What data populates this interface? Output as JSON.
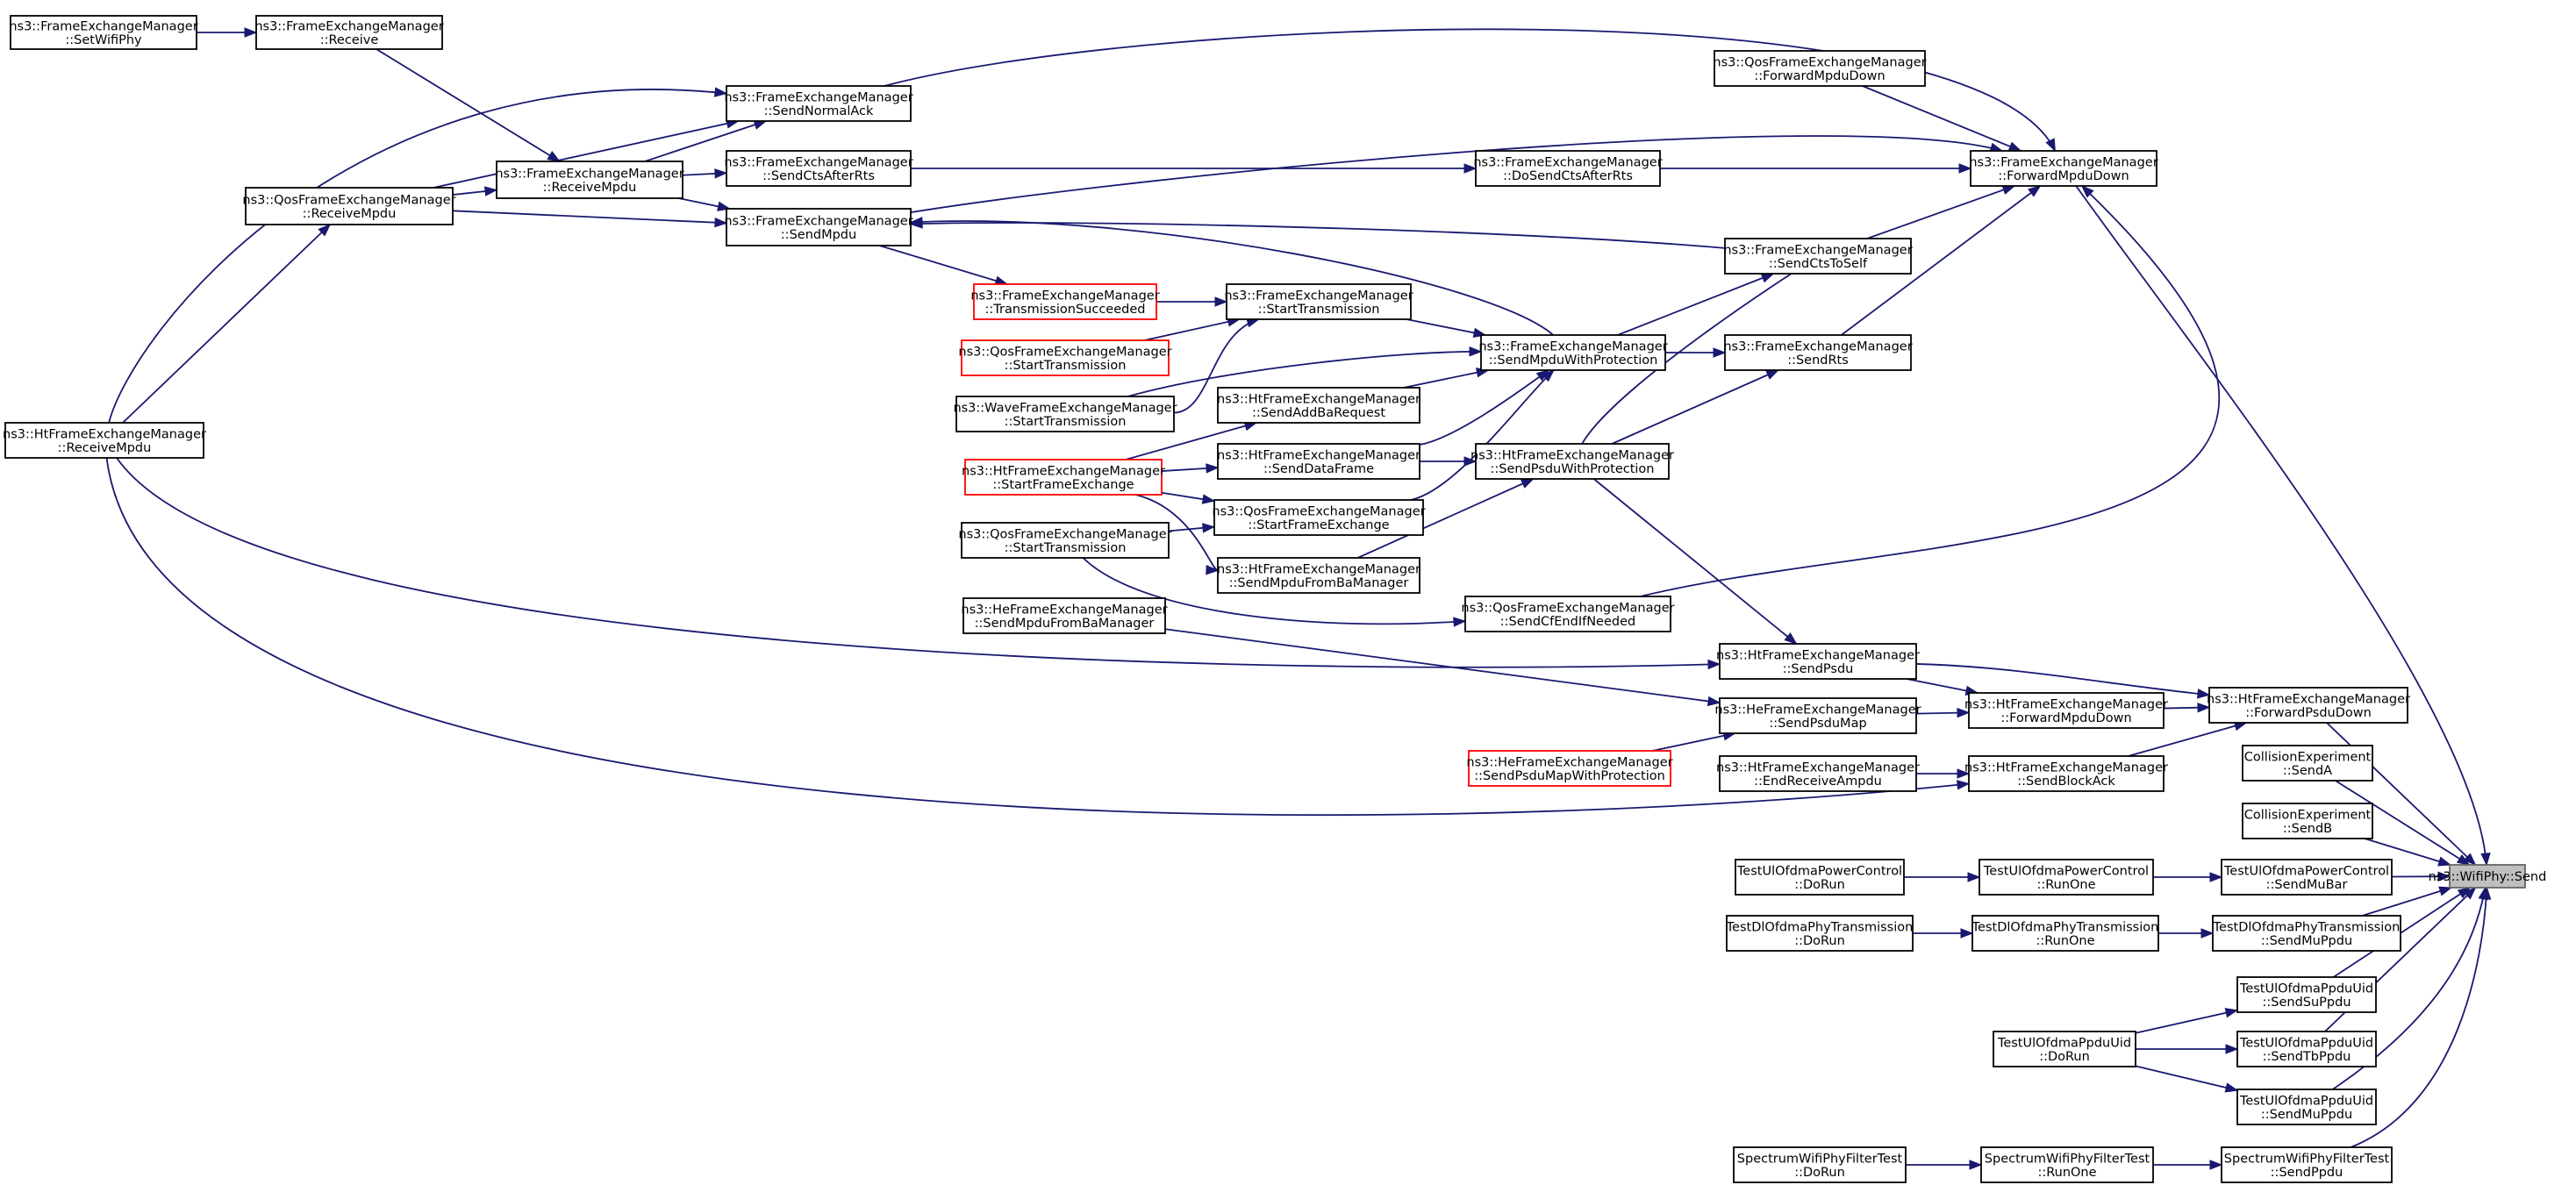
{
  "nodes": [
    {
      "id": "root",
      "label": [
        "ns3::WifiPhy::Send"
      ],
      "style": "root"
    },
    {
      "id": "n_setwifiphy",
      "label": [
        "ns3::FrameExchangeManager",
        "::SetWifiPhy"
      ],
      "style": "normal"
    },
    {
      "id": "n_receive",
      "label": [
        "ns3::FrameExchangeManager",
        "::Receive"
      ],
      "style": "normal"
    },
    {
      "id": "n_fem_receivempdu",
      "label": [
        "ns3::FrameExchangeManager",
        "::ReceiveMpdu"
      ],
      "style": "normal"
    },
    {
      "id": "n_qos_receivempdu",
      "label": [
        "ns3::QosFrameExchangeManager",
        "::ReceiveMpdu"
      ],
      "style": "normal"
    },
    {
      "id": "n_ht_receivempdu",
      "label": [
        "ns3::HtFrameExchangeManager",
        "::ReceiveMpdu"
      ],
      "style": "normal"
    },
    {
      "id": "n_sendnormalack",
      "label": [
        "ns3::FrameExchangeManager",
        "::SendNormalAck"
      ],
      "style": "normal"
    },
    {
      "id": "n_sendctsafterrts",
      "label": [
        "ns3::FrameExchangeManager",
        "::SendCtsAfterRts"
      ],
      "style": "normal"
    },
    {
      "id": "n_sendmpdu",
      "label": [
        "ns3::FrameExchangeManager",
        "::SendMpdu"
      ],
      "style": "normal"
    },
    {
      "id": "n_qos_forwardmpdudown",
      "label": [
        "ns3::QosFrameExchangeManager",
        "::ForwardMpduDown"
      ],
      "style": "normal"
    },
    {
      "id": "n_fem_forwardmpdudown",
      "label": [
        "ns3::FrameExchangeManager",
        "::ForwardMpduDown"
      ],
      "style": "normal"
    },
    {
      "id": "n_dosendctsafterrts",
      "label": [
        "ns3::FrameExchangeManager",
        "::DoSendCtsAfterRts"
      ],
      "style": "normal"
    },
    {
      "id": "n_sendctstoself",
      "label": [
        "ns3::FrameExchangeManager",
        "::SendCtsToSelf"
      ],
      "style": "normal"
    },
    {
      "id": "n_transsucceeded",
      "label": [
        "ns3::FrameExchangeManager",
        "::TransmissionSucceeded"
      ],
      "style": "red"
    },
    {
      "id": "n_qos_starttx_red",
      "label": [
        "ns3::QosFrameExchangeManager",
        "::StartTransmission"
      ],
      "style": "red"
    },
    {
      "id": "n_wave_starttx",
      "label": [
        "ns3::WaveFrameExchangeManager",
        "::StartTransmission"
      ],
      "style": "normal"
    },
    {
      "id": "n_fem_starttx",
      "label": [
        "ns3::FrameExchangeManager",
        "::StartTransmission"
      ],
      "style": "normal"
    },
    {
      "id": "n_sendmpduwithprot",
      "label": [
        "ns3::FrameExchangeManager",
        "::SendMpduWithProtection"
      ],
      "style": "normal"
    },
    {
      "id": "n_sendrts",
      "label": [
        "ns3::FrameExchangeManager",
        "::SendRts"
      ],
      "style": "normal"
    },
    {
      "id": "n_sendaddbarequest",
      "label": [
        "ns3::HtFrameExchangeManager",
        "::SendAddBaRequest"
      ],
      "style": "normal"
    },
    {
      "id": "n_ht_startframeexchange",
      "label": [
        "ns3::HtFrameExchangeManager",
        "::StartFrameExchange"
      ],
      "style": "red"
    },
    {
      "id": "n_senddataframe",
      "label": [
        "ns3::HtFrameExchangeManager",
        "::SendDataFrame"
      ],
      "style": "normal"
    },
    {
      "id": "n_sendpsduwithprot",
      "label": [
        "ns3::HtFrameExchangeManager",
        "::SendPsduWithProtection"
      ],
      "style": "normal"
    },
    {
      "id": "n_qos_startframeexchange",
      "label": [
        "ns3::QosFrameExchangeManager",
        "::StartFrameExchange"
      ],
      "style": "normal"
    },
    {
      "id": "n_qos_starttx",
      "label": [
        "ns3::QosFrameExchangeManager",
        "::StartTransmission"
      ],
      "style": "normal"
    },
    {
      "id": "n_ht_sendmpdufromba",
      "label": [
        "ns3::HtFrameExchangeManager",
        "::SendMpduFromBaManager"
      ],
      "style": "normal"
    },
    {
      "id": "n_he_sendmpdufromba",
      "label": [
        "ns3::HeFrameExchangeManager",
        "::SendMpduFromBaManager"
      ],
      "style": "normal"
    },
    {
      "id": "n_sendcfendifneeded",
      "label": [
        "ns3::QosFrameExchangeManager",
        "::SendCfEndIfNeeded"
      ],
      "style": "normal"
    },
    {
      "id": "n_ht_sendpsdu",
      "label": [
        "ns3::HtFrameExchangeManager",
        "::SendPsdu"
      ],
      "style": "normal"
    },
    {
      "id": "n_he_sendpsdumap",
      "label": [
        "ns3::HeFrameExchangeManager",
        "::SendPsduMap"
      ],
      "style": "normal"
    },
    {
      "id": "n_ht_forwardmpdudown",
      "label": [
        "ns3::HtFrameExchangeManager",
        "::ForwardMpduDown"
      ],
      "style": "normal"
    },
    {
      "id": "n_ht_forwardpsdudown",
      "label": [
        "ns3::HtFrameExchangeManager",
        "::ForwardPsduDown"
      ],
      "style": "normal"
    },
    {
      "id": "n_he_sendpsdumapwithprot",
      "label": [
        "ns3::HeFrameExchangeManager",
        "::SendPsduMapWithProtection"
      ],
      "style": "red"
    },
    {
      "id": "n_endreceiveampdu",
      "label": [
        "ns3::HtFrameExchangeManager",
        "::EndReceiveAmpdu"
      ],
      "style": "normal"
    },
    {
      "id": "n_sendblockack",
      "label": [
        "ns3::HtFrameExchangeManager",
        "::SendBlockAck"
      ],
      "style": "normal"
    },
    {
      "id": "n_collision_senda",
      "label": [
        "CollisionExperiment",
        "::SendA"
      ],
      "style": "normal"
    },
    {
      "id": "n_collision_sendb",
      "label": [
        "CollisionExperiment",
        "::SendB"
      ],
      "style": "normal"
    },
    {
      "id": "n_ulpc_dorun",
      "label": [
        "TestUlOfdmaPowerControl",
        "::DoRun"
      ],
      "style": "normal"
    },
    {
      "id": "n_ulpc_runone",
      "label": [
        "TestUlOfdmaPowerControl",
        "::RunOne"
      ],
      "style": "normal"
    },
    {
      "id": "n_ulpc_sendmubar",
      "label": [
        "TestUlOfdmaPowerControl",
        "::SendMuBar"
      ],
      "style": "normal"
    },
    {
      "id": "n_dlpt_dorun",
      "label": [
        "TestDlOfdmaPhyTransmission",
        "::DoRun"
      ],
      "style": "normal"
    },
    {
      "id": "n_dlpt_runone",
      "label": [
        "TestDlOfdmaPhyTransmission",
        "::RunOne"
      ],
      "style": "normal"
    },
    {
      "id": "n_dlpt_sendmuppdu",
      "label": [
        "TestDlOfdmaPhyTransmission",
        "::SendMuPpdu"
      ],
      "style": "normal"
    },
    {
      "id": "n_ulpu_sendsuppdu",
      "label": [
        "TestUlOfdmaPpduUid",
        "::SendSuPpdu"
      ],
      "style": "normal"
    },
    {
      "id": "n_ulpu_dorun",
      "label": [
        "TestUlOfdmaPpduUid",
        "::DoRun"
      ],
      "style": "normal"
    },
    {
      "id": "n_ulpu_sendtbppdu",
      "label": [
        "TestUlOfdmaPpduUid",
        "::SendTbPpdu"
      ],
      "style": "normal"
    },
    {
      "id": "n_ulpu_sendmuppdu",
      "label": [
        "TestUlOfdmaPpduUid",
        "::SendMuPpdu"
      ],
      "style": "normal"
    },
    {
      "id": "n_swpf_dorun",
      "label": [
        "SpectrumWifiPhyFilterTest",
        "::DoRun"
      ],
      "style": "normal"
    },
    {
      "id": "n_swpf_runone",
      "label": [
        "SpectrumWifiPhyFilterTest",
        "::RunOne"
      ],
      "style": "normal"
    },
    {
      "id": "n_swpf_sendppdu",
      "label": [
        "SpectrumWifiPhyFilterTest",
        "::SendPpdu"
      ],
      "style": "normal"
    }
  ],
  "edges": [
    [
      "n_setwifiphy",
      "n_receive"
    ],
    [
      "n_receive",
      "n_fem_receivempdu"
    ],
    [
      "n_fem_receivempdu",
      "n_sendnormalack"
    ],
    [
      "n_fem_receivempdu",
      "n_sendctsafterrts"
    ],
    [
      "n_fem_receivempdu",
      "n_sendmpdu"
    ],
    [
      "n_qos_receivempdu",
      "n_fem_receivempdu"
    ],
    [
      "n_qos_receivempdu",
      "n_sendnormalack"
    ],
    [
      "n_qos_receivempdu",
      "n_sendmpdu"
    ],
    [
      "n_ht_receivempdu",
      "n_qos_receivempdu"
    ],
    [
      "n_ht_receivempdu",
      "n_sendnormalack"
    ],
    [
      "n_ht_receivempdu",
      "n_ht_sendpsdu"
    ],
    [
      "n_ht_receivempdu",
      "n_sendblockack"
    ],
    [
      "n_sendnormalack",
      "n_fem_forwardmpdudown"
    ],
    [
      "n_sendctsafterrts",
      "n_dosendctsafterrts"
    ],
    [
      "n_sendmpdu",
      "n_fem_forwardmpdudown"
    ],
    [
      "n_qos_forwardmpdudown",
      "n_fem_forwardmpdudown"
    ],
    [
      "n_dosendctsafterrts",
      "n_fem_forwardmpdudown"
    ],
    [
      "n_sendctstoself",
      "n_sendmpdu"
    ],
    [
      "n_sendctstoself",
      "n_fem_forwardmpdudown"
    ],
    [
      "n_sendmpdu",
      "n_transsucceeded"
    ],
    [
      "n_transsucceeded",
      "n_fem_starttx"
    ],
    [
      "n_qos_starttx_red",
      "n_fem_starttx"
    ],
    [
      "n_wave_starttx",
      "n_fem_starttx"
    ],
    [
      "n_wave_starttx",
      "n_sendmpduwithprot"
    ],
    [
      "n_fem_starttx",
      "n_sendmpduwithprot"
    ],
    [
      "n_sendmpduwithprot",
      "n_sendmpdu"
    ],
    [
      "n_sendmpduwithprot",
      "n_sendctstoself"
    ],
    [
      "n_sendmpduwithprot",
      "n_sendrts"
    ],
    [
      "n_sendrts",
      "n_fem_forwardmpdudown"
    ],
    [
      "n_sendaddbarequest",
      "n_sendmpduwithprot"
    ],
    [
      "n_ht_startframeexchange",
      "n_sendaddbarequest"
    ],
    [
      "n_ht_startframeexchange",
      "n_senddataframe"
    ],
    [
      "n_ht_startframeexchange",
      "n_qos_startframeexchange"
    ],
    [
      "n_ht_startframeexchange",
      "n_ht_sendmpdufromba"
    ],
    [
      "n_senddataframe",
      "n_sendmpduwithprot"
    ],
    [
      "n_senddataframe",
      "n_sendpsduwithprot"
    ],
    [
      "n_sendpsduwithprot",
      "n_sendctstoself"
    ],
    [
      "n_sendpsduwithprot",
      "n_sendrts"
    ],
    [
      "n_sendpsduwithprot",
      "n_ht_sendpsdu"
    ],
    [
      "n_qos_startframeexchange",
      "n_sendmpduwithprot"
    ],
    [
      "n_qos_starttx",
      "n_qos_startframeexchange"
    ],
    [
      "n_qos_starttx",
      "n_sendcfendifneeded"
    ],
    [
      "n_ht_sendmpdufromba",
      "n_sendpsduwithprot"
    ],
    [
      "n_sendcfendifneeded",
      "n_fem_forwardmpdudown"
    ],
    [
      "n_he_sendmpdufromba",
      "n_he_sendpsdumap"
    ],
    [
      "n_ht_sendpsdu",
      "n_ht_forwardmpdudown"
    ],
    [
      "n_ht_sendpsdu",
      "n_ht_forwardpsdudown"
    ],
    [
      "n_he_sendpsdumap",
      "n_ht_forwardmpdudown"
    ],
    [
      "n_he_sendpsdumapwithprot",
      "n_he_sendpsdumap"
    ],
    [
      "n_ht_forwardmpdudown",
      "n_ht_forwardpsdudown"
    ],
    [
      "n_endreceiveampdu",
      "n_sendblockack"
    ],
    [
      "n_sendblockack",
      "n_ht_forwardpsdudown"
    ],
    [
      "n_fem_forwardmpdudown",
      "root"
    ],
    [
      "n_ht_forwardpsdudown",
      "root"
    ],
    [
      "n_collision_senda",
      "root"
    ],
    [
      "n_collision_sendb",
      "root"
    ],
    [
      "n_ulpc_dorun",
      "n_ulpc_runone"
    ],
    [
      "n_ulpc_runone",
      "n_ulpc_sendmubar"
    ],
    [
      "n_ulpc_sendmubar",
      "root"
    ],
    [
      "n_dlpt_dorun",
      "n_dlpt_runone"
    ],
    [
      "n_dlpt_runone",
      "n_dlpt_sendmuppdu"
    ],
    [
      "n_dlpt_sendmuppdu",
      "root"
    ],
    [
      "n_ulpu_dorun",
      "n_ulpu_sendsuppdu"
    ],
    [
      "n_ulpu_dorun",
      "n_ulpu_sendtbppdu"
    ],
    [
      "n_ulpu_dorun",
      "n_ulpu_sendmuppdu"
    ],
    [
      "n_ulpu_sendsuppdu",
      "root"
    ],
    [
      "n_ulpu_sendtbppdu",
      "root"
    ],
    [
      "n_ulpu_sendmuppdu",
      "root"
    ],
    [
      "n_swpf_dorun",
      "n_swpf_runone"
    ],
    [
      "n_swpf_runone",
      "n_swpf_sendppdu"
    ],
    [
      "n_swpf_sendppdu",
      "root"
    ]
  ]
}
